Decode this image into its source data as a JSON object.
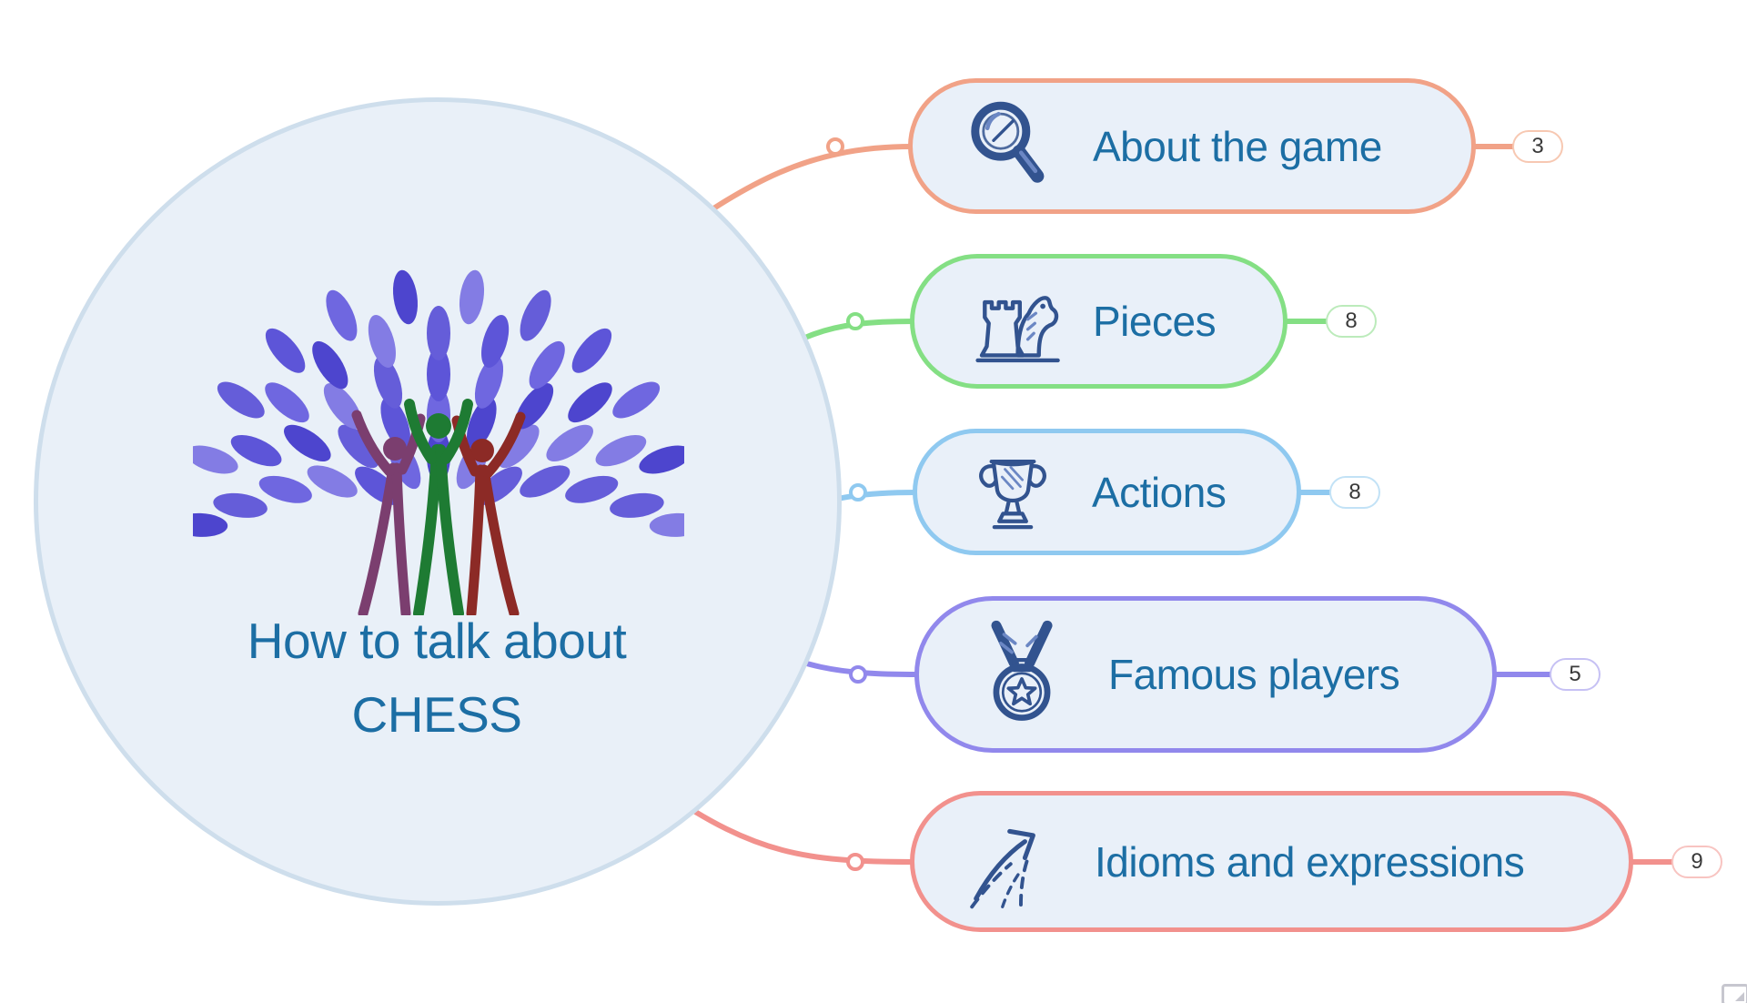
{
  "central": {
    "title_line1": "How to talk about",
    "title_line2": "CHESS",
    "logo": "people-tree-logo"
  },
  "branches": [
    {
      "id": "about-the-game",
      "label": "About the game",
      "count": "3",
      "color": "#f1a287",
      "badge_border": "#f7c8b2",
      "icon": "magnifier-icon"
    },
    {
      "id": "pieces",
      "label": "Pieces",
      "count": "8",
      "color": "#84df84",
      "badge_border": "#bcebbb",
      "icon": "chess-pieces-icon"
    },
    {
      "id": "actions",
      "label": "Actions",
      "count": "8",
      "color": "#8fc9f0",
      "badge_border": "#c2e2f6",
      "icon": "trophy-icon"
    },
    {
      "id": "famous-players",
      "label": "Famous players",
      "count": "5",
      "color": "#9188ec",
      "badge_border": "#c6c1f4",
      "icon": "medal-icon"
    },
    {
      "id": "idioms-and-expressions",
      "label": "Idioms and expressions",
      "count": "9",
      "color": "#f2918d",
      "badge_border": "#f8c4c1",
      "icon": "rising-arrow-icon"
    }
  ],
  "colors": {
    "node_fill": "#e9f0f9",
    "node_text": "#1c6ea4",
    "circle_fill": "#e9f0f8",
    "circle_border": "#cedeec",
    "icon_ink": "#32538f",
    "icon_ink_light": "#6b87c4",
    "badge_fill": "#ffffff",
    "badge_text": "#3a3a3a",
    "dot_fill": "#ffffff"
  },
  "logo": {
    "leaf_colors": [
      "#5d55d8",
      "#6f67e0",
      "#4d45ce",
      "#837ce4",
      "#655dd9"
    ],
    "figure_colors": {
      "left": "#7b3e6f",
      "center": "#1e7b33",
      "right": "#8c2a26"
    }
  }
}
